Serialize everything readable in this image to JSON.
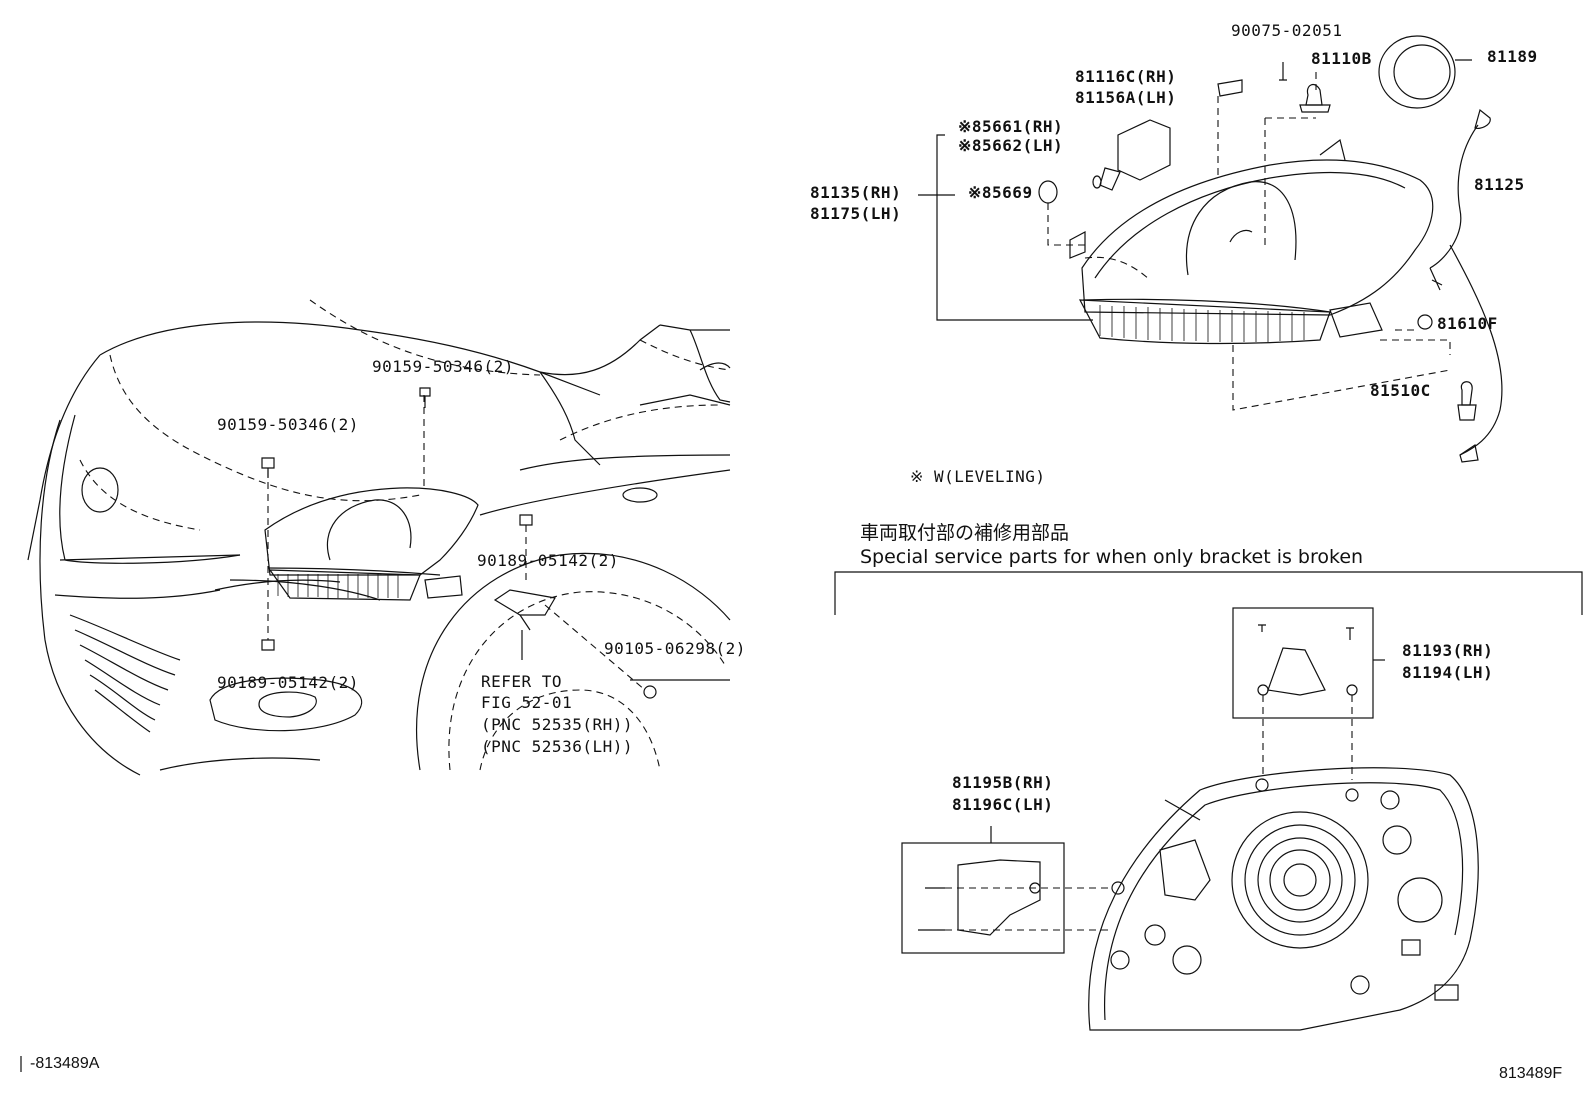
{
  "figure": {
    "id_left": "-813489A",
    "id_right": "813489F"
  },
  "left": {
    "p90159_top": "90159-50346(2)",
    "p90159_left": "90159-50346(2)",
    "p90189_right": "90189-05142(2)",
    "p90189_bottom": "90189-05142(2)",
    "p90105": "90105-06298(2)",
    "refer_1": "REFER TO",
    "refer_2": "FIG 52-01",
    "refer_3": "(PNC 52535(RH))",
    "refer_4": "(PNC 52536(LH))"
  },
  "top_right": {
    "p90075": "90075-02051",
    "p81116": "81116C(RH)",
    "p81156": "81156A(LH)",
    "p81110": "81110B",
    "p81189": "81189",
    "p85661": "※85661(RH)",
    "p85662": "※85662(LH)",
    "p81135": "81135(RH)",
    "p81175": "81175(LH)",
    "p85669": "※85669",
    "p81125": "81125",
    "p81610": "81610F",
    "p81510": "81510C",
    "legend": "※ W(LEVELING)"
  },
  "bottom_right": {
    "title_jp": "車両取付部の補修用部品",
    "title_en": "Special service parts for when only bracket is broken",
    "p81193": "81193(RH)",
    "p81194": "81194(LH)",
    "p81195": "81195B(RH)",
    "p81196": "81196C(LH)"
  }
}
